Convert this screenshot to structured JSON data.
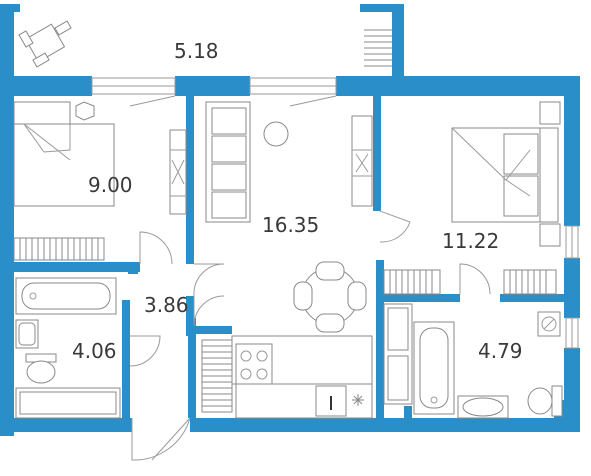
{
  "floorplan": {
    "wall_color": "#2a8fc9",
    "rooms": [
      {
        "id": "balcony",
        "area": "5.18"
      },
      {
        "id": "bedroom-left",
        "area": "9.00"
      },
      {
        "id": "living-kitchen",
        "area": "16.35"
      },
      {
        "id": "bedroom-right",
        "area": "11.22"
      },
      {
        "id": "hallway",
        "area": "3.86"
      },
      {
        "id": "bathroom-left",
        "area": "4.06"
      },
      {
        "id": "bathroom-right",
        "area": "4.79"
      }
    ]
  }
}
